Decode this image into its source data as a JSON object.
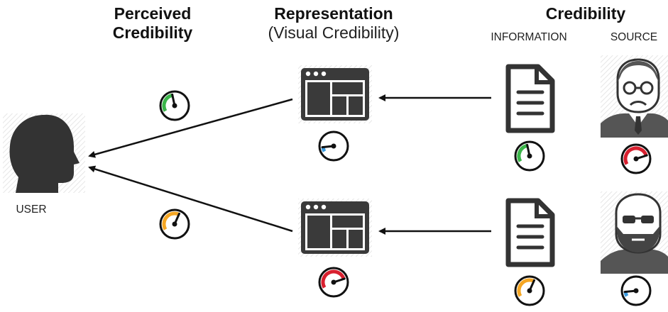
{
  "headers": {
    "perceived_line1": "Perceived",
    "perceived_line2": "Credibility",
    "representation": "Representation",
    "visual_credibility": "(Visual Credibility)",
    "credibility": "Credibility",
    "information": "INFORMATION",
    "source": "SOURCE"
  },
  "user_label": "USER",
  "colors": {
    "green": "#3bb54a",
    "blue": "#3a9be0",
    "red": "#d8202f",
    "orange": "#f5a623",
    "icon_dark": "#3a3a3a",
    "arrow": "#111111"
  },
  "rows": [
    {
      "perceived_gauge": {
        "color": "green",
        "level": 0.45
      },
      "representation_gauge": {
        "color": "blue",
        "level": 0.1
      },
      "information_gauge": {
        "color": "green",
        "level": 0.45
      },
      "source_gauge": {
        "color": "red",
        "level": 0.8
      },
      "source_person": "old man with glasses and tie"
    },
    {
      "perceived_gauge": {
        "color": "orange",
        "level": 0.6
      },
      "representation_gauge": {
        "color": "red",
        "level": 0.8
      },
      "information_gauge": {
        "color": "orange",
        "level": 0.6
      },
      "source_gauge": {
        "color": "blue",
        "level": 0.1
      },
      "source_person": "bald man with sunglasses and beard"
    }
  ]
}
